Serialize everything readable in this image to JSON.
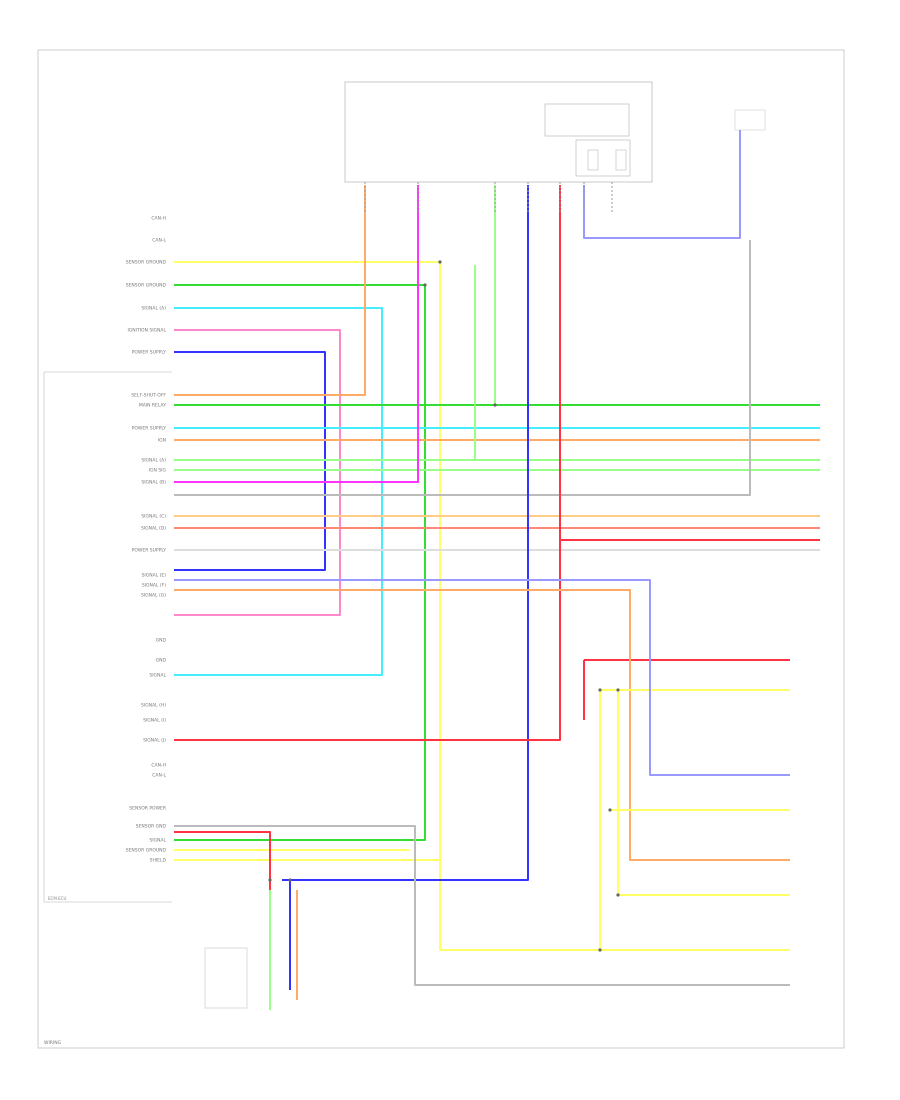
{
  "diagram": {
    "frame_tag": "WIRING",
    "ecm_label": "ECM-ECU",
    "left_labels": [
      "CAN-H",
      "CAN-L",
      "SENSOR GROUND",
      "SENSOR GROUND",
      "SIGNAL (A)",
      "IGNITION SIGNAL",
      "POWER SUPPLY",
      "SELF-SHUT-OFF",
      "MAIN RELAY",
      "POWER SUPPLY",
      "IGN",
      "SIGNAL (A)",
      "IGN SIG",
      "SIGNAL (B)",
      "SIGNAL (C)",
      "SIGNAL (D)",
      "POWER SUPPLY",
      "SIGNAL (E)",
      "SIGNAL (F)",
      "SIGNAL (G)",
      "GND",
      "GND",
      "SIGNAL",
      "SIGNAL (H)",
      "SIGNAL (I)",
      "SIGNAL (J)",
      "CAN-H",
      "CAN-L",
      "SENSOR POWER",
      "SENSOR GND",
      "SIGNAL",
      "SENSOR GROUND",
      "SHIELD"
    ],
    "wire_colors": {
      "yellow": "#ffff66",
      "green": "#33dd33",
      "lightgreen": "#99ff88",
      "cyan": "#44eeff",
      "pink": "#ff88cc",
      "magenta": "#ff33ff",
      "blue": "#3333ff",
      "lightblue": "#9999ff",
      "red": "#ff3344",
      "orange": "#ffaa66",
      "peach": "#ffcc88",
      "grey": "#bbbbbb",
      "lightgrey": "#dddddd",
      "salmon": "#ff8877"
    }
  }
}
